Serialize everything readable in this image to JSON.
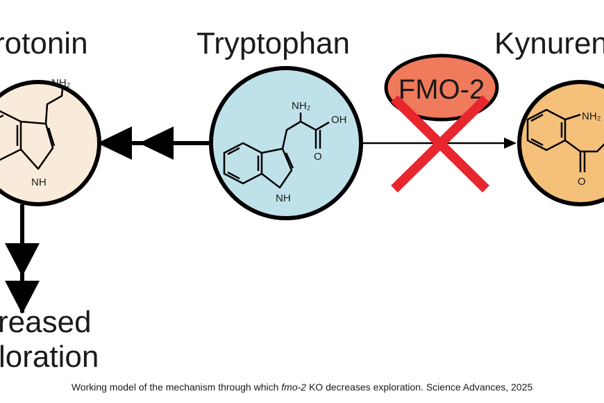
{
  "nodes": {
    "serotonin": {
      "label": "Serotonin",
      "visible_label": "rotonin",
      "amine": "NH₂",
      "nh": "NH",
      "fill": "#f9ebd9"
    },
    "tryptophan": {
      "label": "Tryptophan",
      "amine": "NH₂",
      "acid": "OH",
      "oxygen": "O",
      "nh": "NH",
      "fill": "#bfe1ea"
    },
    "kynurenine": {
      "label": "Kynurenine",
      "visible_label": "Kynuren",
      "amine": "NH₂",
      "oxygen": "O",
      "fill": "#f4c07a"
    }
  },
  "enzyme": {
    "label": "FMO-2",
    "fill": "#ef7a5c",
    "blocked": true,
    "cross_color": "#e8262e"
  },
  "outcome": {
    "line1": "reased",
    "line2": "loration"
  },
  "caption": {
    "prefix": "Working model of the mechanism through which ",
    "gene": "fmo-2",
    "suffix": " KO decreases exploration. Science Advances, 2025"
  },
  "colors": {
    "stroke": "#000000",
    "text": "#1a1a1a"
  }
}
